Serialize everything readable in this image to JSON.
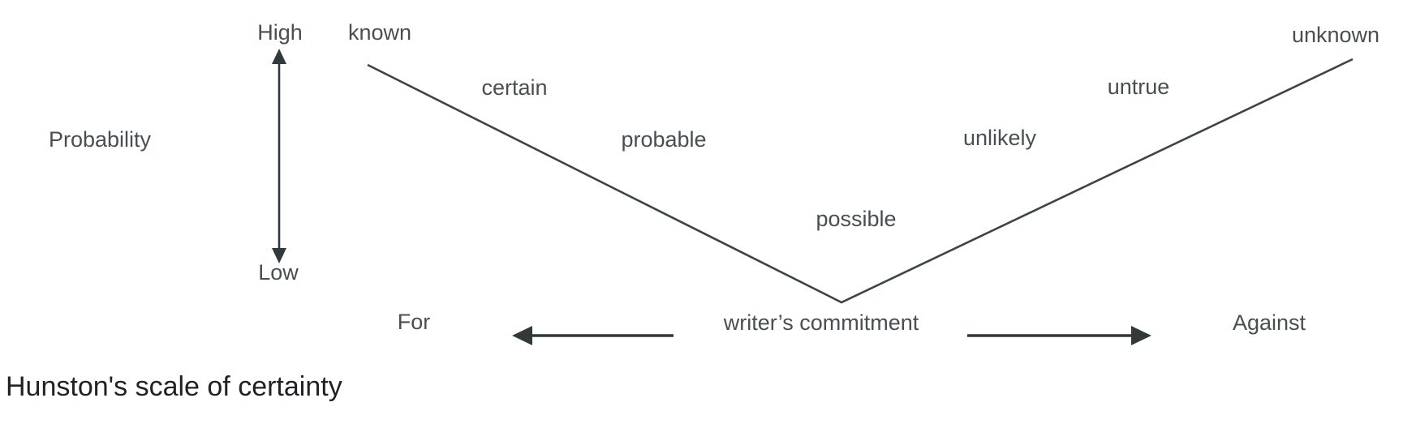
{
  "caption": {
    "text": "Hunston's scale of certainty"
  },
  "diagram": {
    "probability_axis": {
      "label": "Probability",
      "top_label": "High",
      "bottom_label": "Low"
    },
    "left_slope": {
      "endpoint": "known",
      "labels": [
        "certain",
        "probable",
        "possible"
      ]
    },
    "right_slope": {
      "endpoint": "unknown",
      "labels": [
        "untrue",
        "unlikely"
      ]
    },
    "commitment_axis": {
      "label": "writer’s commitment",
      "left_label": "For",
      "right_label": "Against"
    }
  },
  "colors": {
    "background": "#ffffff",
    "label_text": "#4a4e51",
    "line": "#3e4346",
    "arrow": "#33383b",
    "caption_text": "#1f2124"
  }
}
